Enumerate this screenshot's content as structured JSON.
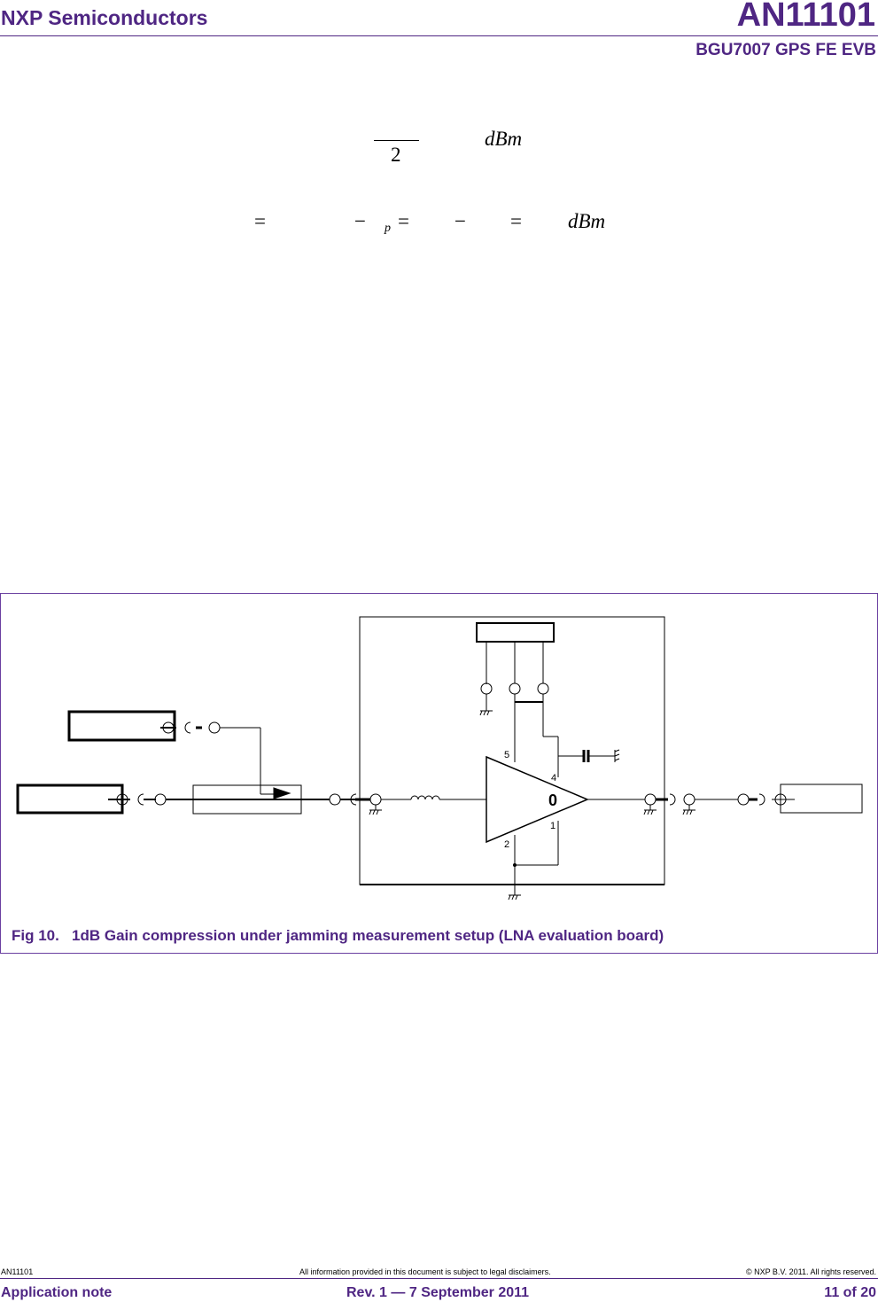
{
  "header": {
    "company": "NXP Semiconductors",
    "doc_id": "AN11101",
    "subtitle": "BGU7007 GPS FE EVB"
  },
  "equations": {
    "eq1": {
      "denominator": "2",
      "unit": "dBm"
    },
    "eq2": {
      "eq1": "=",
      "minus1": "−",
      "sub_p": "p",
      "eq2": "=",
      "minus2": "−",
      "eq3": "=",
      "unit": "dBm"
    }
  },
  "figure": {
    "caption": "Fig 10.   1dB Gain compression under jamming measurement setup (LNA evaluation board)",
    "pin_labels": {
      "pin5": "5",
      "pin4": "4",
      "pin1": "1",
      "pin2": "2",
      "center": "0"
    }
  },
  "footer": {
    "doc_id": "AN11101",
    "disclaimer": "All information provided in this document is subject to legal disclaimers.",
    "copyright": "© NXP B.V. 2011. All rights reserved.",
    "doc_type": "Application note",
    "revision": "Rev. 1 — 7 September 2011",
    "page": "11 of 20"
  }
}
